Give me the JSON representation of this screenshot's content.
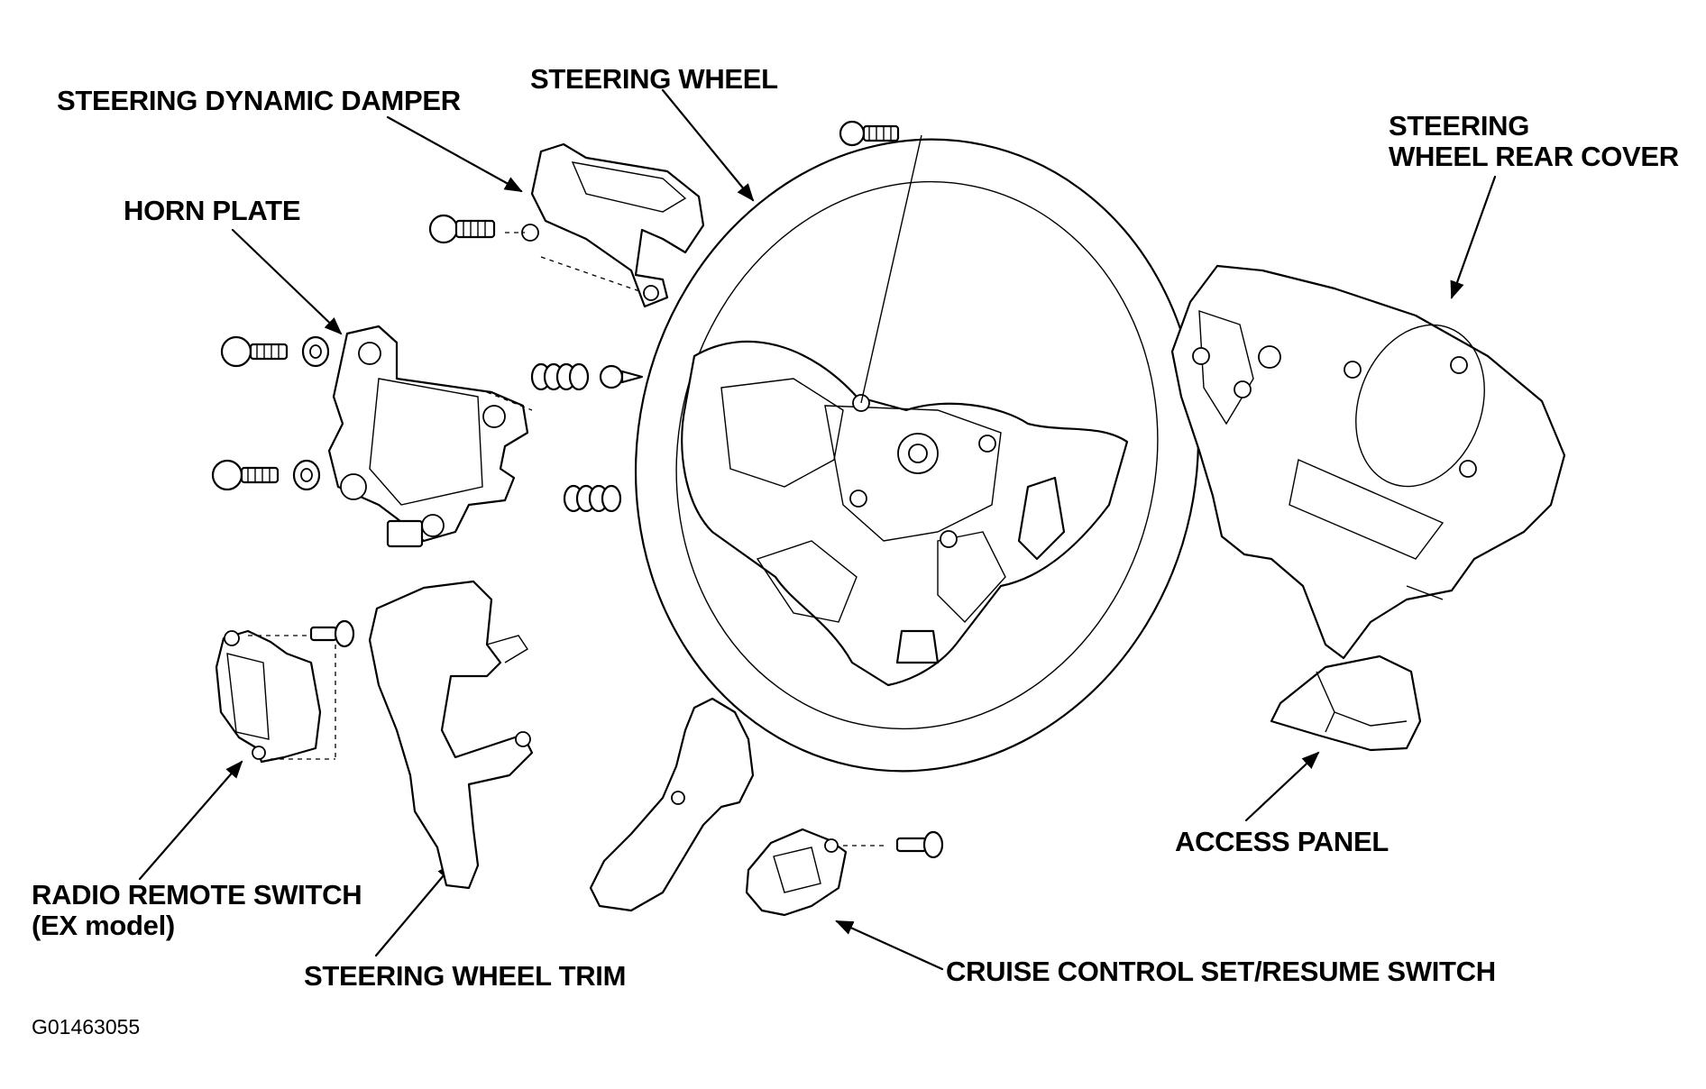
{
  "labels": {
    "steering_dynamic_damper": "STEERING DYNAMIC DAMPER",
    "steering_wheel": "STEERING WHEEL",
    "rear_cover_line1": "STEERING",
    "rear_cover_line2": "WHEEL REAR COVER",
    "horn_plate": "HORN PLATE",
    "radio_remote_switch_line1": "RADIO REMOTE SWITCH",
    "radio_remote_switch_line2": "(EX model)",
    "steering_wheel_trim": "STEERING WHEEL TRIM",
    "cruise_control_switch": "CRUISE CONTROL SET/RESUME SWITCH",
    "access_panel": "ACCESS PANEL"
  },
  "figure_code": "G01463055"
}
